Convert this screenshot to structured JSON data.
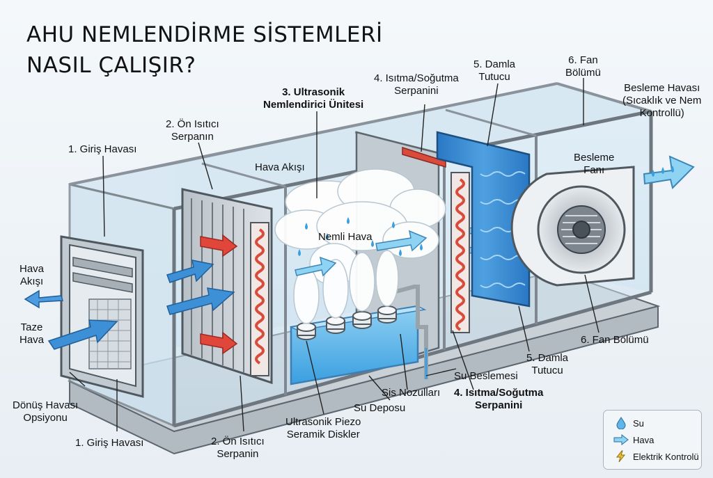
{
  "title": "AHU NEMLENDİRME SİSTEMLERİ\nNASIL ÇALIŞIR?",
  "labels": {
    "inlet_top": "1. Giriş Havası",
    "preheater_top": "2. Ön Isıtıcı\nSerpanın",
    "humidifier_top": "3. Ultrasonik\nNemlendirici Ünitesi",
    "coil_top": "4. Isıtma/Soğutma\nSerpanini",
    "eliminator_top": "5. Damla\nTutucu",
    "fan_top": "6. Fan\nBölümü",
    "supply_air": "Besleme Havası\n(Sıcaklık ve Nem\nKontrollü)",
    "supply_fan": "Besleme\nFanı",
    "air_flow_mid": "Hava Akışı",
    "humid_air": "Nemli Hava",
    "air_flow_left": "Hava\nAkışı",
    "fresh_air": "Taze\nHava",
    "return_air": "Dönüş Havası\nOpsiyonu",
    "inlet_bottom": "1. Giriş Havası",
    "preheater_bottom": "2. Ön Isıtıcı\nSerpanin",
    "piezo": "Ultrasonik Piezo\nSeramik Diskler",
    "water_tank": "Su Deposu",
    "nozzles": "Sis Nozulları",
    "water_supply": "Su Beslemesi",
    "coil_bottom": "4. Isıtma/Soğutma\nSerpanini",
    "eliminator_bottom": "5. Damla\nTutucu",
    "fan_bottom": "6. Fan Bölümü"
  },
  "legend": {
    "water": "Su",
    "air": "Hava",
    "electric": "Elektrik Kontrolü"
  },
  "colors": {
    "frame": "#8e979f",
    "glass": "#cfe6f3",
    "water": "#5fb6e8",
    "air_arrow": "#3d8fd6",
    "heat_arrow": "#e0463a",
    "coil": "#d94b3b",
    "eliminator": "#2f7fc9"
  },
  "icons": [
    "water-drop-icon",
    "air-arrow-icon",
    "lightning-icon"
  ]
}
